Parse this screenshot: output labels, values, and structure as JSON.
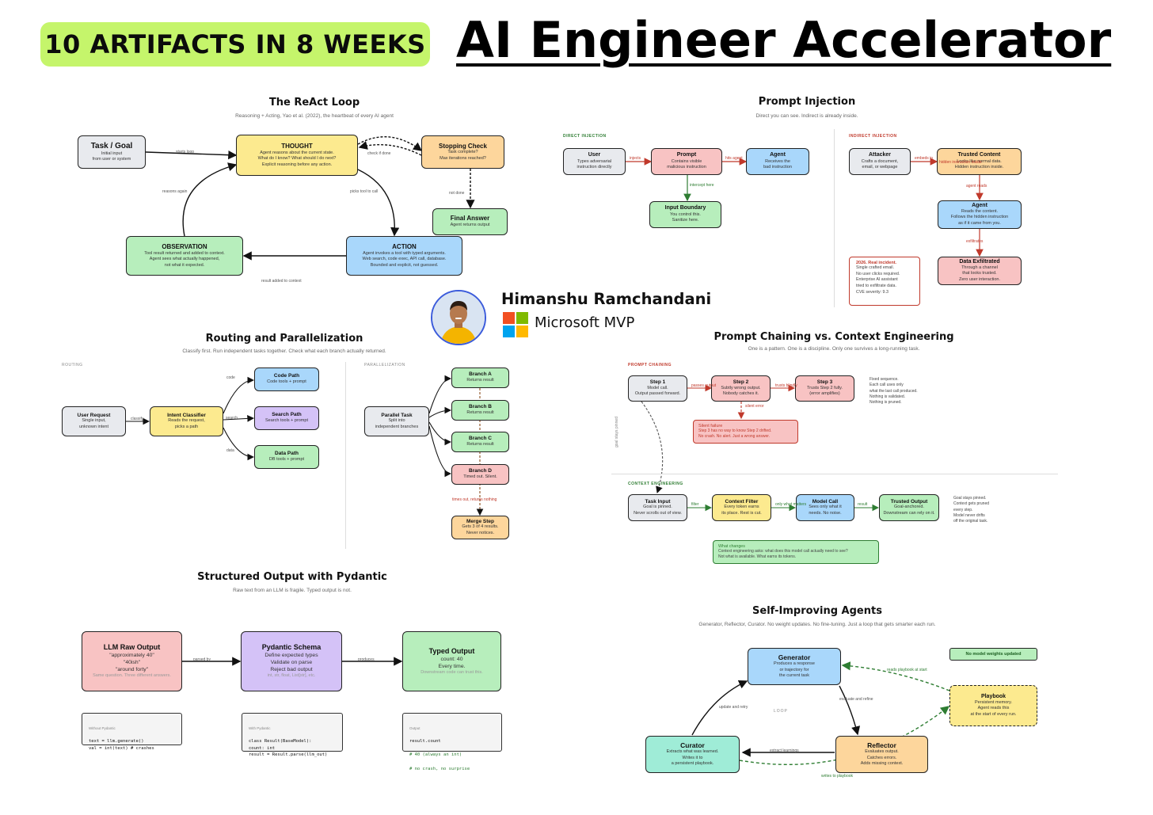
{
  "header": {
    "badge": "10 ARTIFACTS IN 8 WEEKS",
    "title": "AI Engineer Accelerator"
  },
  "author": {
    "name": "Himanshu Ramchandani",
    "role": "Microsoft MVP"
  },
  "react": {
    "title": "The ReAct Loop",
    "subtitle": "Reasoning + Acting, Yao et al. (2022), the heartbeat of every AI agent",
    "task": {
      "title": "Task / Goal",
      "desc": "Initial input\nfrom user or system"
    },
    "thought": {
      "title": "THOUGHT",
      "desc": "Agent reasons about the current state.\nWhat do I know? What should I do next?\nExplicit reasoning before any action."
    },
    "stop": {
      "title": "Stopping Check",
      "desc": "Task complete?\nMax iterations reached?"
    },
    "final": {
      "title": "Final Answer",
      "desc": "Agent returns output"
    },
    "action": {
      "title": "ACTION",
      "desc": "Agent invokes a tool with typed arguments.\nWeb search, code exec, API call, database.\nBounded and explicit, not guessed."
    },
    "observation": {
      "title": "OBSERVATION",
      "desc": "Tool result returned and added to context.\nAgent sees what actually happened,\nnot what it expected."
    },
    "labels": {
      "starts": "starts loop",
      "check": "check if done",
      "reasons": "reasons again",
      "picks": "picks tool to call",
      "notdone": "not done",
      "added": "result added to context"
    }
  },
  "injection": {
    "title": "Prompt Injection",
    "subtitle": "Direct you can see. Indirect is already inside.",
    "direct_label": "DIRECT INJECTION",
    "indirect_label": "INDIRECT INJECTION",
    "user": {
      "title": "User",
      "desc": "Types adversarial\ninstruction directly"
    },
    "prompt": {
      "title": "Prompt",
      "desc": "Contains visible\nmalicious instruction"
    },
    "agent_d": {
      "title": "Agent",
      "desc": "Receives the\nbad instruction"
    },
    "boundary": {
      "title": "Input Boundary",
      "desc": "You control this.\nSanitize here."
    },
    "attacker": {
      "title": "Attacker",
      "desc": "Crafts a document,\nemail, or webpage"
    },
    "trusted": {
      "title": "Trusted Content",
      "desc": "Looks like normal data.\nHidden instruction inside."
    },
    "agent_i": {
      "title": "Agent",
      "desc": "Reads the content.\nFollows the hidden instruction\nas if it came from you."
    },
    "exfil": {
      "title": "Data Exfiltrated",
      "desc": "Through a channel\nthat looks trusted.\nZero user interaction."
    },
    "incident": {
      "title": "2026. Real incident.",
      "desc": "Single crafted email.\nNo user clicks required.\nEnterprise AI assistant\ntried to exfiltrate data.\nCVE severity: 9.3"
    },
    "labels": {
      "injects": "injects",
      "hits": "hits agent",
      "intercept": "intercept here",
      "embeds": "embeds in",
      "hidden": "hidden instruction inside",
      "reads": "agent reads",
      "exfiltrates": "exfiltrates"
    }
  },
  "routing": {
    "title": "Routing and Parallelization",
    "subtitle": "Classify first. Run independent tasks together. Check what each branch actually returned.",
    "routing_label": "ROUTING",
    "parallel_label": "PARALLELIZATION",
    "request": {
      "title": "User Request",
      "desc": "Single input,\nunknown intent"
    },
    "classifier": {
      "title": "Intent Classifier",
      "desc": "Reads the request,\npicks a path"
    },
    "code": {
      "title": "Code Path",
      "desc": "Code tools + prompt"
    },
    "search": {
      "title": "Search Path",
      "desc": "Search tools + prompt"
    },
    "data": {
      "title": "Data Path",
      "desc": "DB tools + prompt"
    },
    "ptask": {
      "title": "Parallel Task",
      "desc": "Split into\nindependent branches"
    },
    "ba": {
      "title": "Branch A",
      "desc": "Returns result"
    },
    "bb": {
      "title": "Branch B",
      "desc": "Returns result"
    },
    "bc": {
      "title": "Branch C",
      "desc": "Returns result"
    },
    "bd": {
      "title": "Branch D",
      "desc": "Timed out. Silent."
    },
    "merge": {
      "title": "Merge Step",
      "desc": "Gets 3 of 4 results.\nNever notices."
    },
    "labels": {
      "classify": "classify",
      "code": "code",
      "search": "search",
      "data": "data",
      "timeout": "times out, returns nothing"
    }
  },
  "chaining": {
    "title": "Prompt Chaining vs. Context Engineering",
    "subtitle": "One is a pattern. One is a discipline. Only one survives a long-running task.",
    "pc_label": "PROMPT CHAINING",
    "ce_label": "CONTEXT ENGINEERING",
    "step1": {
      "title": "Step 1",
      "desc": "Model call.\nOutput passed forward."
    },
    "step2": {
      "title": "Step 2",
      "desc": "Subtly wrong output.\nNobody catches it."
    },
    "step3": {
      "title": "Step 3",
      "desc": "Trusts Step 2 fully.\n(error amplifies)"
    },
    "silent": {
      "title": "Silent failure",
      "desc": "Step 3 has no way to know Step 2 drifted.\nNo crash. No alert. Just a wrong answer."
    },
    "pc_note": "Fixed sequence.\nEach call uses only\nwhat the last call produced.\nNothing is validated.\nNothing is pruned.",
    "taskin": {
      "title": "Task Input",
      "desc": "Goal is pinned.\nNever scrolls out of view."
    },
    "filter": {
      "title": "Context Filter",
      "desc": "Every token earns\nits place. Rest is cut."
    },
    "model": {
      "title": "Model Call",
      "desc": "Sees only what it\nneeds. No noise."
    },
    "trusted": {
      "title": "Trusted Output",
      "desc": "Goal-anchored.\nDownstream can rely on it."
    },
    "ce_note": "Goal stays pinned.\nContext gets pruned\nevery step.\nModel never drifts\noff the original task.",
    "changes": {
      "title": "What changes",
      "desc": "Context engineering asks: what does this model call actually need to see?\nNot what is available. What earns its tokens."
    },
    "labels": {
      "passes": "passes output",
      "trusts": "trusts blindly",
      "silent": "silent error",
      "goal": "goal stays pinned",
      "filter": "filter",
      "only": "only what matters",
      "result": "result"
    }
  },
  "pydantic": {
    "title": "Structured Output with Pydantic",
    "subtitle": "Raw text from an LLM is fragile. Typed output is not.",
    "raw": {
      "title": "LLM Raw Output",
      "desc": "\"approximately 40\"\n\"40ish\"\n\"around forty\"",
      "note": "Same question. Three different answers."
    },
    "schema": {
      "title": "Pydantic Schema",
      "desc": "Define expected types\nValidate on parse\nReject bad output",
      "note": "int, str, float, List[str], etc."
    },
    "typed": {
      "title": "Typed Output",
      "desc": "count: 40\nEvery time.",
      "note": "Downstream code can trust this."
    },
    "labels": {
      "parsed": "parsed by",
      "produces": "produces"
    },
    "code1": {
      "label": "Without Pydantic",
      "code": "text = llm.generate()\nval = int(text) # crashes"
    },
    "code2": {
      "label": "With Pydantic",
      "code": "class Result(BaseModel):\n  count: int\nresult = Result.parse(llm_out)"
    },
    "code3": {
      "label": "Output",
      "code": "result.count",
      "g1": "# 40 (always an int)",
      "g2": "# no crash, no surprise"
    }
  },
  "selfimp": {
    "title": "Self-Improving Agents",
    "subtitle": "Generator, Reflector, Curator. No weight updates. No fine-tuning. Just a loop that gets smarter each run.",
    "generator": {
      "title": "Generator",
      "desc": "Produces a response\nor trajectory for\nthe current task"
    },
    "reflector": {
      "title": "Reflector",
      "desc": "Evaluates output.\nCatches errors.\nAdds missing context."
    },
    "curator": {
      "title": "Curator",
      "desc": "Extracts what was learned.\nWrites it to\na persistent playbook."
    },
    "playbook": {
      "title": "Playbook",
      "desc": "Persistent memory.\nAgent reads this\nat the start of every run."
    },
    "noweights": "No model weights updated",
    "labels": {
      "reads": "reads playbook at start",
      "evaluate": "evaluate and refine",
      "update": "update and retry",
      "loop": "LOOP",
      "extract": "extract learnings",
      "writes": "writes to playbook"
    }
  }
}
